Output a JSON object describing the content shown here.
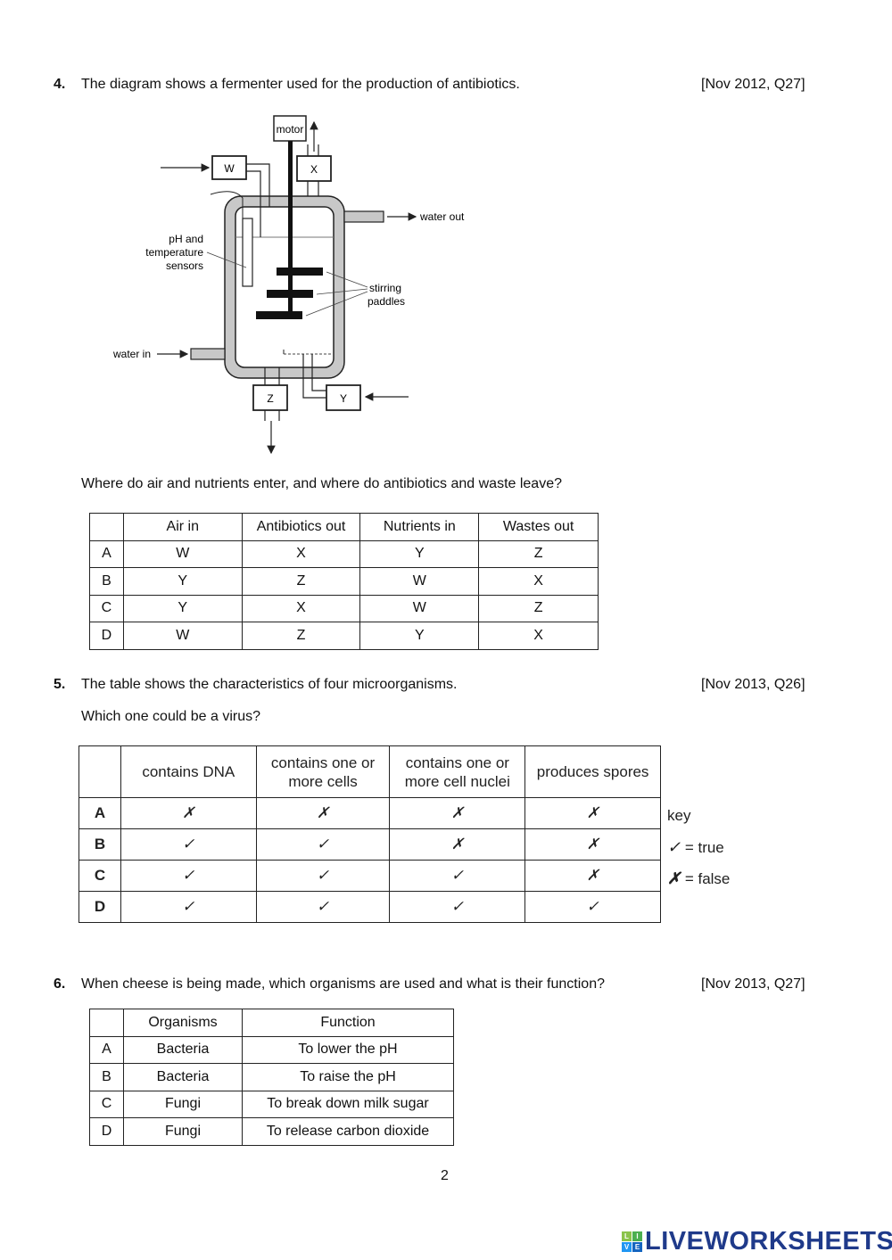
{
  "q4": {
    "number": "4.",
    "text": "The diagram shows a fermenter used for the production of antibiotics.",
    "ref": "[Nov 2012, Q27]",
    "diagram": {
      "motor": "motor",
      "w": "W",
      "x": "X",
      "y": "Y",
      "z": "Z",
      "water_out": "water out",
      "water_in": "water in",
      "sensors_1": "pH and",
      "sensors_2": "temperature",
      "sensors_3": "sensors",
      "paddles_1": "stirring",
      "paddles_2": "paddles"
    },
    "question": "Where do air and nutrients enter, and where do antibiotics and waste leave?",
    "table": {
      "headers": [
        "",
        "Air in",
        "Antibiotics out",
        "Nutrients in",
        "Wastes out"
      ],
      "rows": [
        [
          "A",
          "W",
          "X",
          "Y",
          "Z"
        ],
        [
          "B",
          "Y",
          "Z",
          "W",
          "X"
        ],
        [
          "C",
          "Y",
          "X",
          "W",
          "Z"
        ],
        [
          "D",
          "W",
          "Z",
          "Y",
          "X"
        ]
      ]
    }
  },
  "q5": {
    "number": "5.",
    "text": "The table shows the characteristics of four microorganisms.",
    "ref": "[Nov 2013, Q26]",
    "question": "Which one could be a virus?",
    "table": {
      "headers": [
        "",
        "contains DNA",
        "contains one or more cells",
        "contains one or more cell nuclei",
        "produces spores"
      ],
      "rows": [
        [
          "A",
          "✗",
          "✗",
          "✗",
          "✗"
        ],
        [
          "B",
          "✓",
          "✓",
          "✗",
          "✗"
        ],
        [
          "C",
          "✓",
          "✓",
          "✓",
          "✗"
        ],
        [
          "D",
          "✓",
          "✓",
          "✓",
          "✓"
        ]
      ]
    },
    "key": {
      "title": "key",
      "true_mark": "✓",
      "true_label": " = true",
      "false_mark": "✗",
      "false_label": " = false"
    }
  },
  "q6": {
    "number": "6.",
    "text": "When cheese is being made, which organisms are used and what is their function?",
    "ref": "[Nov 2013, Q27]",
    "table": {
      "headers": [
        "",
        "Organisms",
        "Function"
      ],
      "rows": [
        [
          "A",
          "Bacteria",
          "To lower the pH"
        ],
        [
          "B",
          "Bacteria",
          "To raise the pH"
        ],
        [
          "C",
          "Fungi",
          "To break down milk sugar"
        ],
        [
          "D",
          "Fungi",
          "To release carbon dioxide"
        ]
      ]
    }
  },
  "page_number": "2",
  "logo": {
    "text": "LIVEWORKSHEETS",
    "badge": "LIVE"
  }
}
